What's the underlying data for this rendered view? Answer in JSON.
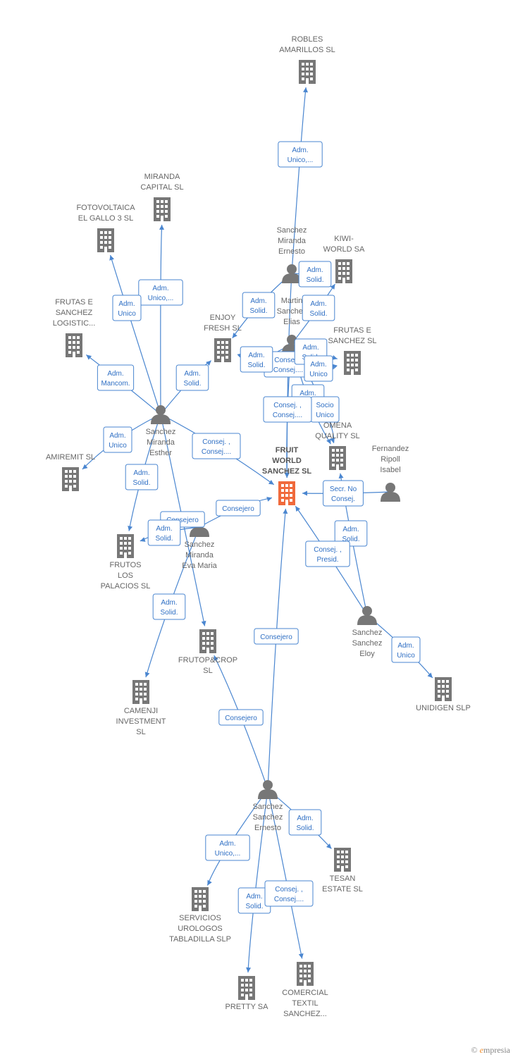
{
  "colors": {
    "node": "#777777",
    "main_node": "#f06a3c",
    "edge": "#4a86d0",
    "label_text": "#2f6fc4"
  },
  "nodes": [
    {
      "id": "robles",
      "type": "company",
      "lines": [
        "ROBLES",
        "AMARILLOS SL"
      ],
      "icon": "building-icon"
    },
    {
      "id": "miranda_capital",
      "type": "company",
      "lines": [
        "MIRANDA",
        "CAPITAL SL"
      ],
      "icon": "building-icon"
    },
    {
      "id": "fotovoltaica",
      "type": "company",
      "lines": [
        "FOTOVOLTAICA",
        "EL GALLO 3 SL"
      ],
      "icon": "building-icon"
    },
    {
      "id": "kiwi",
      "type": "company",
      "lines": [
        "KIWI-",
        "WORLD SA"
      ],
      "icon": "building-icon"
    },
    {
      "id": "frutas_logistic",
      "type": "company",
      "lines": [
        "FRUTAS E",
        "SANCHEZ",
        "LOGISTIC..."
      ],
      "icon": "building-icon"
    },
    {
      "id": "enjoy",
      "type": "company",
      "lines": [
        "ENJOY",
        "FRESH SL"
      ],
      "icon": "building-icon"
    },
    {
      "id": "frutas_sanchez",
      "type": "company",
      "lines": [
        "FRUTAS E",
        "SANCHEZ SL"
      ],
      "icon": "building-icon"
    },
    {
      "id": "omena",
      "type": "company",
      "lines": [
        "OMENA",
        "QUALITY SL"
      ],
      "icon": "building-icon"
    },
    {
      "id": "amiremit",
      "type": "company",
      "lines": [
        "AMIREMIT SL"
      ],
      "icon": "building-icon"
    },
    {
      "id": "fruit_world",
      "type": "main",
      "lines": [
        "FRUIT",
        "WORLD",
        "SANCHEZ SL"
      ],
      "icon": "building-icon"
    },
    {
      "id": "frutos",
      "type": "company",
      "lines": [
        "FRUTOS",
        "LOS",
        "PALACIOS SL"
      ],
      "icon": "building-icon"
    },
    {
      "id": "frutop",
      "type": "company",
      "lines": [
        "FRUTOP&CROP",
        "SL"
      ],
      "icon": "building-icon"
    },
    {
      "id": "camenji",
      "type": "company",
      "lines": [
        "CAMENJI",
        "INVESTMENT",
        "SL"
      ],
      "icon": "building-icon"
    },
    {
      "id": "unidigen",
      "type": "company",
      "lines": [
        "UNIDIGEN SLP"
      ],
      "icon": "building-icon"
    },
    {
      "id": "tesan",
      "type": "company",
      "lines": [
        "TESAN",
        "ESTATE SL"
      ],
      "icon": "building-icon"
    },
    {
      "id": "servicios",
      "type": "company",
      "lines": [
        "SERVICIOS",
        "UROLOGOS",
        "TABLADILLA SLP"
      ],
      "icon": "building-icon"
    },
    {
      "id": "pretty",
      "type": "company",
      "lines": [
        "PRETTY SA"
      ],
      "icon": "building-icon"
    },
    {
      "id": "comercial",
      "type": "company",
      "lines": [
        "COMERCIAL",
        "TEXTIL",
        "SANCHEZ..."
      ],
      "icon": "building-icon"
    },
    {
      "id": "p_ernesto_m",
      "type": "person",
      "lines": [
        "Sanchez",
        "Miranda",
        "Ernesto"
      ],
      "icon": "person-icon"
    },
    {
      "id": "p_elias",
      "type": "person",
      "lines": [
        "Martin",
        "Sanchez",
        "Elias"
      ],
      "icon": "person-icon"
    },
    {
      "id": "p_esther",
      "type": "person",
      "lines": [
        "Sanchez",
        "Miranda",
        "Esther"
      ],
      "icon": "person-icon"
    },
    {
      "id": "p_eva",
      "type": "person",
      "lines": [
        "Sanchez",
        "Miranda",
        "Eva Maria"
      ],
      "icon": "person-icon"
    },
    {
      "id": "p_isabel",
      "type": "person",
      "lines": [
        "Fernandez",
        "Ripoll",
        "Isabel"
      ],
      "icon": "person-icon"
    },
    {
      "id": "p_eloy",
      "type": "person",
      "lines": [
        "Sanchez",
        "Sanchez",
        "Eloy"
      ],
      "icon": "person-icon"
    },
    {
      "id": "p_ernesto_s",
      "type": "person",
      "lines": [
        "Sanchez",
        "Sanchez",
        "Ernesto"
      ],
      "icon": "person-icon"
    }
  ],
  "edges": [
    {
      "from": "p_ernesto_m",
      "to": "robles",
      "label": [
        "Adm.",
        "Unico,..."
      ]
    },
    {
      "from": "p_esther",
      "to": "miranda_capital",
      "label": [
        "Adm.",
        "Unico,..."
      ]
    },
    {
      "from": "p_esther",
      "to": "fotovoltaica",
      "label": [
        "Adm.",
        "Unico"
      ]
    },
    {
      "from": "p_esther",
      "to": "frutas_logistic",
      "label": [
        "Adm.",
        "Mancom."
      ]
    },
    {
      "from": "p_esther",
      "to": "enjoy",
      "label": [
        "Adm.",
        "Solid."
      ]
    },
    {
      "from": "p_esther",
      "to": "amiremit",
      "label": [
        "Adm.",
        "Unico"
      ]
    },
    {
      "from": "p_esther",
      "to": "frutos",
      "label": [
        "Adm.",
        "Solid."
      ]
    },
    {
      "from": "p_esther",
      "to": "fruit_world",
      "label": [
        "Consej. ,",
        "Consej...."
      ]
    },
    {
      "from": "p_esther",
      "to": "frutop",
      "label": [
        "Consejero"
      ]
    },
    {
      "from": "p_eva",
      "to": "camenji",
      "label": [
        "Adm.",
        "Solid."
      ]
    },
    {
      "from": "p_eva",
      "to": "frutos",
      "label": [
        "Adm.",
        "Solid."
      ]
    },
    {
      "from": "p_eva",
      "to": "fruit_world",
      "label": [
        "Consejero"
      ]
    },
    {
      "from": "p_ernesto_m",
      "to": "kiwi",
      "label": [
        "Adm.",
        "Solid."
      ]
    },
    {
      "from": "p_ernesto_m",
      "to": "enjoy",
      "label": [
        "Adm.",
        "Solid."
      ]
    },
    {
      "from": "p_ernesto_m",
      "to": "fruit_world",
      "label": [
        "Consej. ,",
        "Consej...."
      ]
    },
    {
      "from": "p_elias",
      "to": "kiwi",
      "label": [
        "Adm.",
        "Solid."
      ]
    },
    {
      "from": "p_elias",
      "to": "enjoy",
      "label": [
        "Adm.",
        "Solid."
      ]
    },
    {
      "from": "p_elias",
      "to": "frutas_sanchez",
      "label": [
        "Adm.",
        "Solid."
      ]
    },
    {
      "from": "p_elias",
      "to": "frutas_sanchez",
      "label": [
        "Adm.",
        "Unico"
      ]
    },
    {
      "from": "p_elias",
      "to": "omena",
      "label": [
        "Adm.",
        "Solid."
      ]
    },
    {
      "from": "p_elias",
      "to": "omena",
      "label": [
        "Socio",
        "Unico"
      ]
    },
    {
      "from": "p_elias",
      "to": "fruit_world",
      "label": [
        "Consej. ,",
        "Consej...."
      ]
    },
    {
      "from": "p_isabel",
      "to": "fruit_world",
      "label": [
        "Secr. No",
        "Consej."
      ]
    },
    {
      "from": "p_eloy",
      "to": "omena",
      "label": [
        "Adm.",
        "Solid."
      ]
    },
    {
      "from": "p_eloy",
      "to": "fruit_world",
      "label": [
        "Consej. ,",
        "Presid."
      ]
    },
    {
      "from": "p_eloy",
      "to": "unidigen",
      "label": [
        "Adm.",
        "Unico"
      ]
    },
    {
      "from": "p_ernesto_s",
      "to": "fruit_world",
      "label": [
        "Consejero"
      ]
    },
    {
      "from": "p_ernesto_s",
      "to": "frutop",
      "label": [
        "Consejero"
      ]
    },
    {
      "from": "p_ernesto_s",
      "to": "tesan",
      "label": [
        "Adm.",
        "Solid."
      ]
    },
    {
      "from": "p_ernesto_s",
      "to": "servicios",
      "label": [
        "Adm.",
        "Unico,..."
      ]
    },
    {
      "from": "p_ernesto_s",
      "to": "pretty",
      "label": [
        "Adm.",
        "Solid."
      ]
    },
    {
      "from": "p_ernesto_s",
      "to": "comercial",
      "label": [
        "Consej. ,",
        "Consej...."
      ]
    }
  ],
  "footer": {
    "copyright": "©",
    "brand_initial": "e",
    "brand_rest": "mpresia"
  }
}
